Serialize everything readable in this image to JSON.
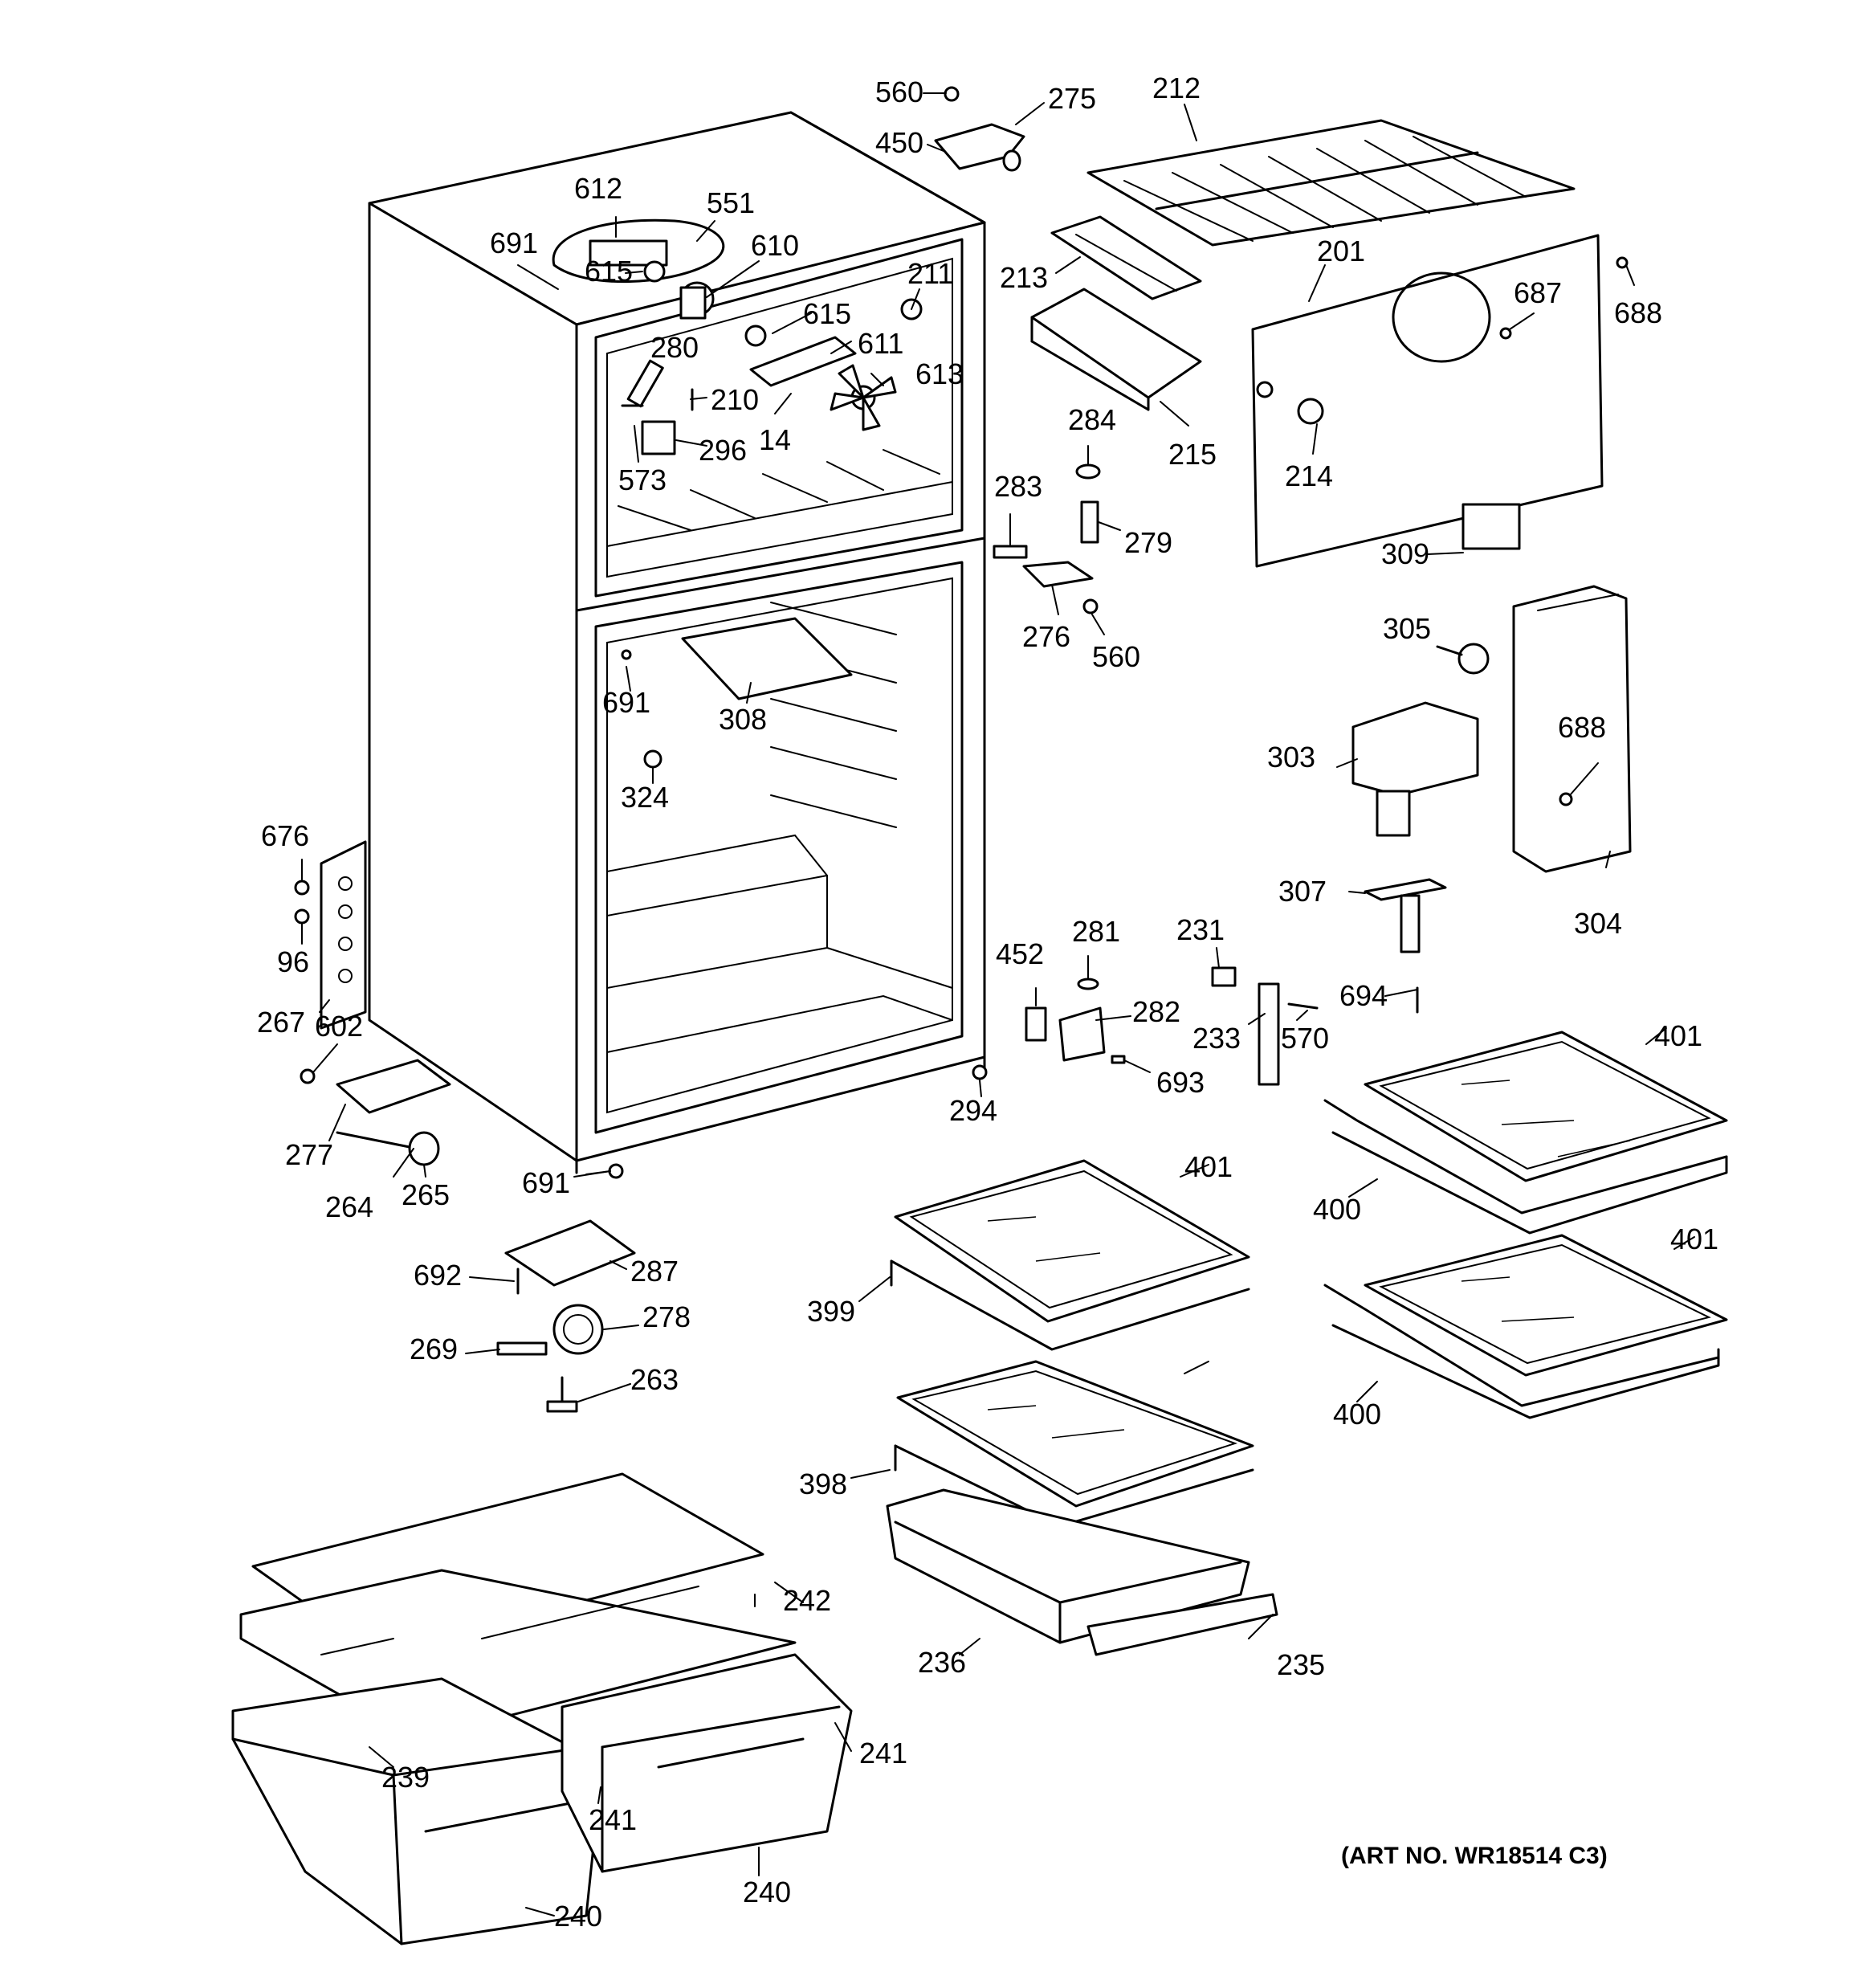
{
  "art_number": "(ART NO. WR18514 C3)",
  "labels": [
    "560",
    "275",
    "212",
    "450",
    "612",
    "551",
    "691",
    "610",
    "615",
    "211",
    "213",
    "201",
    "687",
    "688",
    "280",
    "615",
    "611",
    "613",
    "210",
    "296",
    "14",
    "573",
    "215",
    "284",
    "214",
    "283",
    "279",
    "309",
    "276",
    "560",
    "305",
    "691",
    "308",
    "324",
    "688",
    "303",
    "676",
    "96",
    "307",
    "304",
    "267",
    "602",
    "452",
    "281",
    "231",
    "694",
    "282",
    "233",
    "570",
    "401",
    "693",
    "294",
    "277",
    "691",
    "264",
    "265",
    "401",
    "400",
    "692",
    "287",
    "399",
    "401",
    "278",
    "269",
    "263",
    "400",
    "398",
    "242",
    "236",
    "235",
    "241",
    "239",
    "241",
    "240",
    "240"
  ]
}
